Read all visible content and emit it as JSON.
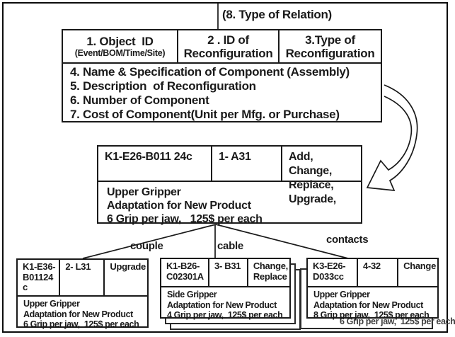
{
  "relation_label": "(8. Type of Relation)",
  "schema": {
    "columns": [
      {
        "title": "1. Object  ID",
        "subtitle": "(Event/BOM/Time/Site)"
      },
      {
        "title": "2 . ID of",
        "subtitle": "Reconfiguration"
      },
      {
        "title": "3.Type of",
        "subtitle": "Reconfiguration"
      }
    ],
    "attributes": [
      "4. Name & Specification of Component (Assembly)",
      "5. Description  of Reconfiguration",
      "6. Number of Component",
      "7. Cost of Component(Unit per Mfg. or Purchase)"
    ]
  },
  "parent_record": {
    "object_id": "K1-E26-B011 24c",
    "reconfiguration_id": "1- A31",
    "reconfiguration_type": "Add, Change,\nReplace, Upgrade,",
    "description_lines": [
      "Upper Gripper",
      "Adaptation for New Product",
      "6 Grip per jaw,   125$ per each"
    ]
  },
  "child_records": [
    {
      "relation": "couple",
      "object_id": "K1-E36-\nB01124\nc",
      "reconfiguration_id": "2- L31",
      "reconfiguration_type": "Upgrade",
      "description_lines": [
        "Upper Gripper",
        "Adaptation for New Product",
        "6 Grip per jaw,  125$ per each"
      ]
    },
    {
      "relation": "cable",
      "object_id": "K1-B26-\nC02301A",
      "reconfiguration_id": "3- B31",
      "reconfiguration_type": "Change,\nReplace",
      "description_lines": [
        "Side Gripper",
        "Adaptation for New Product",
        "4 Grip per jaw,  125$ per each"
      ]
    },
    {
      "relation": "contacts",
      "object_id": "K3-E26-\nD033cc",
      "reconfiguration_id": "4-32",
      "reconfiguration_type": "Change",
      "description_lines": [
        "Upper Gripper",
        "Adaptation for New Product",
        "8 Grip per jaw,  125$ per each"
      ],
      "stacked_card_text": "6 Grip per jaw,  125$ per each"
    }
  ]
}
